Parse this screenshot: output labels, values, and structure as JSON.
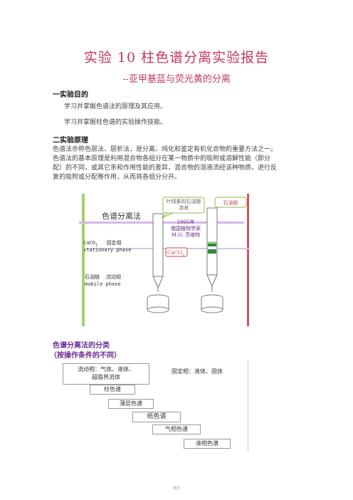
{
  "doc": {
    "title": "实验 10 柱色谱分离实验报告",
    "subtitle": "--亚甲基蓝与荧光黄的分离",
    "sec1": {
      "heading": "一实验目的",
      "items": [
        "学习并掌握色谱法的原理及其应用。",
        "学习并掌握柱色谱的实验操作技能。"
      ]
    },
    "sec2": {
      "heading": "二实验原理",
      "lines": [
        "色谱法亦称色层法、层析法，是分离、纯化和鉴定有机化合物的重要方法之一。",
        "色谱法的基本原理是利用混合物各组分在某一物质中的吸附或溶解性能（即分",
        "配）的不同，或其它亲和作用性能的差异，混合物的溶液流经该种物质，进行反",
        "复的吸附或分配等作用，从而将各组分分开。"
      ]
    },
    "fig1": {
      "title": "色谱分离法",
      "callout": "叶绿素的石油醚\n溶液",
      "petroleum": "石油醚",
      "scientist": "1905年\n俄国植物学家\nM.G. 茨维特",
      "caco3": "CaCO",
      "caco3_sub": "3",
      "stationary_a": "CaCO",
      "stationary_sub": "3",
      "stationary_b": "   固定相",
      "stationary_en": "stationary phase",
      "mobile": "石油醚    流动相",
      "mobile_en": "mobile phase"
    },
    "fig2": {
      "heading1": "色谱分离法的分类",
      "heading2": "（按操作条件的不同）",
      "mobile": "流动相：气体、液体、\n超临界流体",
      "stationary": "固定相：液体、固体",
      "steps": [
        "柱色谱",
        "薄层色谱",
        "纸色谱",
        "气相色谱",
        "液相色谱"
      ]
    },
    "footer": "精选"
  }
}
